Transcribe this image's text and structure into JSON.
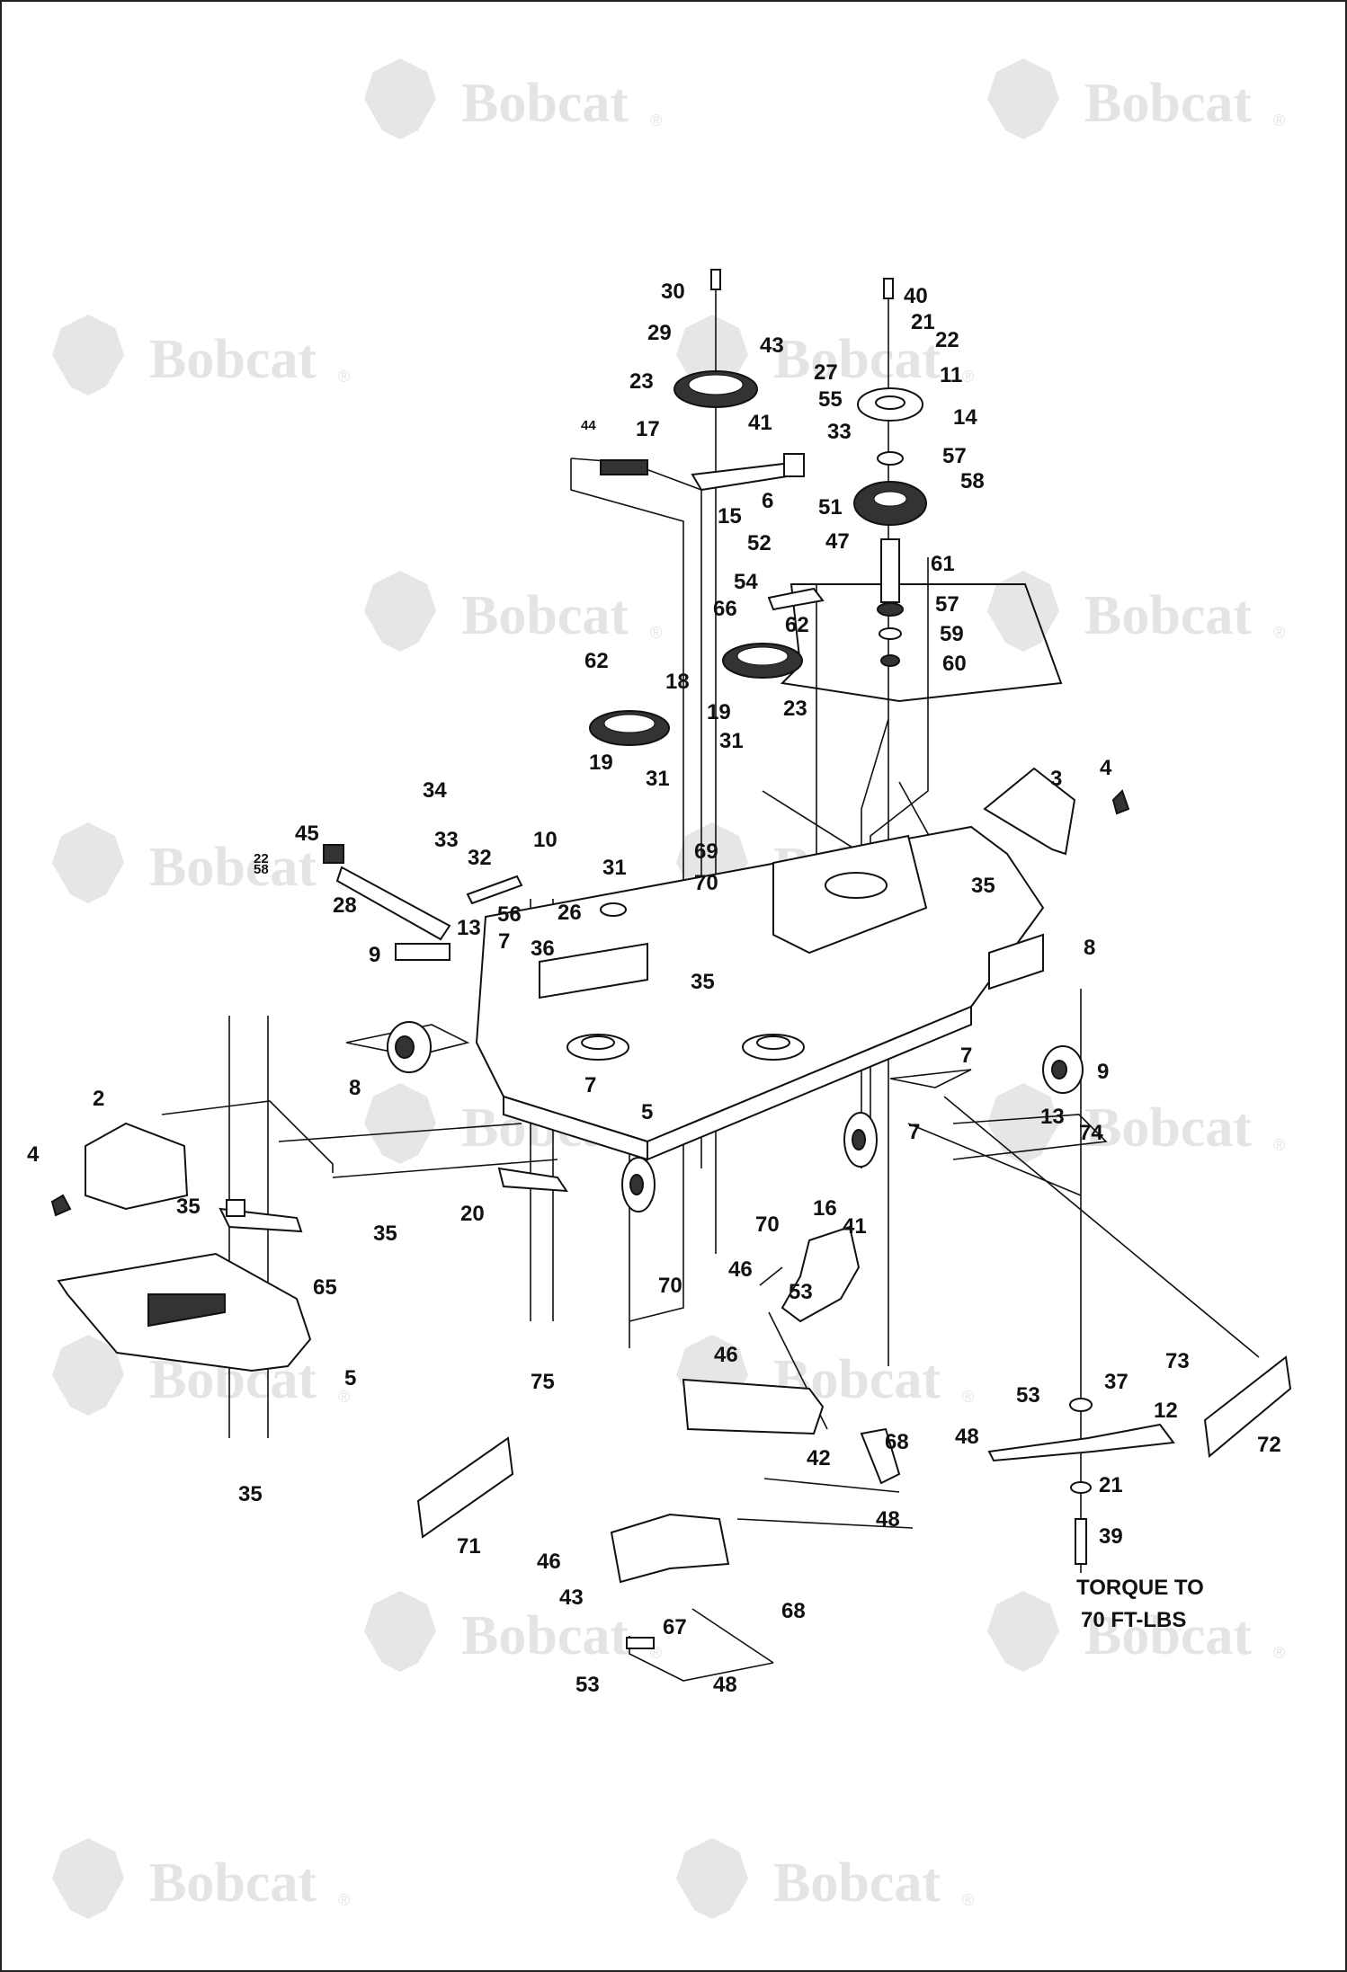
{
  "watermark": {
    "brand": "Bobcat",
    "registered": "®"
  },
  "note": {
    "line1": "TORQUE TO",
    "line2": "70 FT-LBS"
  },
  "callouts": [
    {
      "id": "c30",
      "t": "30"
    },
    {
      "id": "c29",
      "t": "29"
    },
    {
      "id": "c43a",
      "t": "43"
    },
    {
      "id": "c23a",
      "t": "23"
    },
    {
      "id": "c27",
      "t": "27"
    },
    {
      "id": "c55",
      "t": "55"
    },
    {
      "id": "c17",
      "t": "17"
    },
    {
      "id": "c41a",
      "t": "41"
    },
    {
      "id": "c33a",
      "t": "33"
    },
    {
      "id": "c44",
      "t": "44"
    },
    {
      "id": "c15",
      "t": "15"
    },
    {
      "id": "c6",
      "t": "6"
    },
    {
      "id": "c51",
      "t": "51"
    },
    {
      "id": "c52",
      "t": "52"
    },
    {
      "id": "c47",
      "t": "47"
    },
    {
      "id": "c54",
      "t": "54"
    },
    {
      "id": "c66",
      "t": "66"
    },
    {
      "id": "c62a",
      "t": "62"
    },
    {
      "id": "c40",
      "t": "40"
    },
    {
      "id": "c21a",
      "t": "21"
    },
    {
      "id": "c22a",
      "t": "22"
    },
    {
      "id": "c11",
      "t": "11"
    },
    {
      "id": "c14",
      "t": "14"
    },
    {
      "id": "c57a",
      "t": "57"
    },
    {
      "id": "c58",
      "t": "58"
    },
    {
      "id": "c61",
      "t": "61"
    },
    {
      "id": "c57b",
      "t": "57"
    },
    {
      "id": "c59",
      "t": "59"
    },
    {
      "id": "c60",
      "t": "60"
    },
    {
      "id": "c62b",
      "t": "62"
    },
    {
      "id": "c18",
      "t": "18"
    },
    {
      "id": "c23b",
      "t": "23"
    },
    {
      "id": "c19a",
      "t": "19"
    },
    {
      "id": "c31a",
      "t": "31"
    },
    {
      "id": "c19b",
      "t": "19"
    },
    {
      "id": "c31b",
      "t": "31"
    },
    {
      "id": "c3",
      "t": "3"
    },
    {
      "id": "c4a",
      "t": "4"
    },
    {
      "id": "c34",
      "t": "34"
    },
    {
      "id": "c45",
      "t": "45"
    },
    {
      "id": "c22b",
      "t": "22"
    },
    {
      "id": "c58b",
      "t": "58"
    },
    {
      "id": "c33b",
      "t": "33"
    },
    {
      "id": "c32",
      "t": "32"
    },
    {
      "id": "c10",
      "t": "10"
    },
    {
      "id": "c69",
      "t": "69"
    },
    {
      "id": "c70a",
      "t": "70"
    },
    {
      "id": "c31c",
      "t": "31"
    },
    {
      "id": "c26",
      "t": "26"
    },
    {
      "id": "c28",
      "t": "28"
    },
    {
      "id": "c35a",
      "t": "35"
    },
    {
      "id": "c56",
      "t": "56"
    },
    {
      "id": "c36",
      "t": "36"
    },
    {
      "id": "c35b",
      "t": "35"
    },
    {
      "id": "c13a",
      "t": "13"
    },
    {
      "id": "c7a",
      "t": "7"
    },
    {
      "id": "c9a",
      "t": "9"
    },
    {
      "id": "c8a",
      "t": "8"
    },
    {
      "id": "c7b",
      "t": "7"
    },
    {
      "id": "c5a",
      "t": "5"
    },
    {
      "id": "c8b",
      "t": "8"
    },
    {
      "id": "c9b",
      "t": "9"
    },
    {
      "id": "c13b",
      "t": "13"
    },
    {
      "id": "c74",
      "t": "74"
    },
    {
      "id": "c7c",
      "t": "7"
    },
    {
      "id": "c7d",
      "t": "7"
    },
    {
      "id": "c2",
      "t": "2"
    },
    {
      "id": "c4b",
      "t": "4"
    },
    {
      "id": "c35c",
      "t": "35"
    },
    {
      "id": "c20",
      "t": "20"
    },
    {
      "id": "c70b",
      "t": "70"
    },
    {
      "id": "c16",
      "t": "16"
    },
    {
      "id": "c41b",
      "t": "41"
    },
    {
      "id": "c35d",
      "t": "35"
    },
    {
      "id": "c65",
      "t": "65"
    },
    {
      "id": "c46a",
      "t": "46"
    },
    {
      "id": "c53a",
      "t": "53"
    },
    {
      "id": "c70c",
      "t": "70"
    },
    {
      "id": "c46b",
      "t": "46"
    },
    {
      "id": "c75",
      "t": "75"
    },
    {
      "id": "c5b",
      "t": "5"
    },
    {
      "id": "c35e",
      "t": "35"
    },
    {
      "id": "c53b",
      "t": "53"
    },
    {
      "id": "c37",
      "t": "37"
    },
    {
      "id": "c73",
      "t": "73"
    },
    {
      "id": "c12",
      "t": "12"
    },
    {
      "id": "c72",
      "t": "72"
    },
    {
      "id": "c48a",
      "t": "48"
    },
    {
      "id": "c68a",
      "t": "68"
    },
    {
      "id": "c42",
      "t": "42"
    },
    {
      "id": "c48b",
      "t": "48"
    },
    {
      "id": "c21b",
      "t": "21"
    },
    {
      "id": "c39",
      "t": "39"
    },
    {
      "id": "c71",
      "t": "71"
    },
    {
      "id": "c46c",
      "t": "46"
    },
    {
      "id": "c43b",
      "t": "43"
    },
    {
      "id": "c68b",
      "t": "68"
    },
    {
      "id": "c67",
      "t": "67"
    },
    {
      "id": "c53c",
      "t": "53"
    },
    {
      "id": "c48c",
      "t": "48"
    }
  ]
}
